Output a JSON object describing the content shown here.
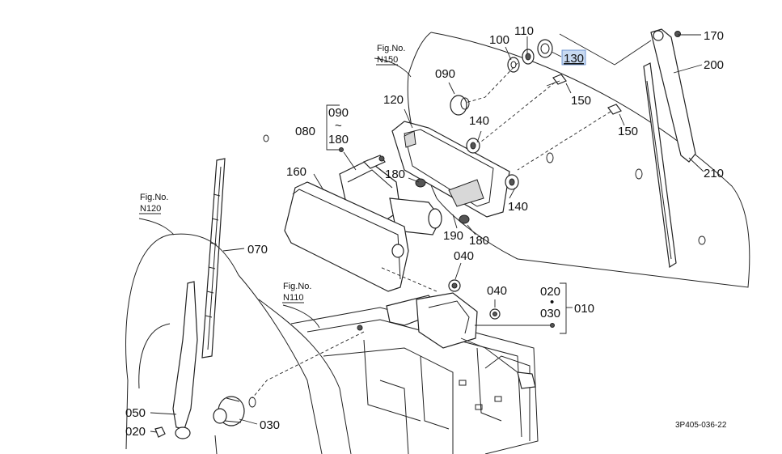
{
  "diagram": {
    "callouts": [
      {
        "id": "c170",
        "label": "170"
      },
      {
        "id": "c200",
        "label": "200"
      },
      {
        "id": "c210",
        "label": "210"
      },
      {
        "id": "c100",
        "label": "100"
      },
      {
        "id": "c110",
        "label": "110"
      },
      {
        "id": "c130",
        "label": "130",
        "highlighted": true
      },
      {
        "id": "c090a",
        "label": "090"
      },
      {
        "id": "c120",
        "label": "120"
      },
      {
        "id": "c150a",
        "label": "150"
      },
      {
        "id": "c150b",
        "label": "150"
      },
      {
        "id": "c140a",
        "label": "140"
      },
      {
        "id": "c140b",
        "label": "140"
      },
      {
        "id": "c080",
        "label": "080"
      },
      {
        "id": "c090r",
        "label": "090"
      },
      {
        "id": "c180r",
        "label": "180"
      },
      {
        "id": "c160",
        "label": "160"
      },
      {
        "id": "c180a",
        "label": "180"
      },
      {
        "id": "c190",
        "label": "190"
      },
      {
        "id": "c180b",
        "label": "180"
      },
      {
        "id": "c070",
        "label": "070"
      },
      {
        "id": "c040a",
        "label": "040"
      },
      {
        "id": "c040b",
        "label": "040"
      },
      {
        "id": "c020r",
        "label": "020"
      },
      {
        "id": "c030r",
        "label": "030"
      },
      {
        "id": "c010",
        "label": "010"
      },
      {
        "id": "c050",
        "label": "050"
      },
      {
        "id": "c020",
        "label": "020"
      },
      {
        "id": "c030",
        "label": "030"
      }
    ],
    "range_tilde": "~",
    "range_dot": "•",
    "fig_refs": [
      {
        "id": "n150",
        "prefix": "Fig.No.",
        "code": "N150"
      },
      {
        "id": "n120",
        "prefix": "Fig.No.",
        "code": "N120"
      },
      {
        "id": "n110",
        "prefix": "Fig.No.",
        "code": "N110"
      }
    ],
    "drawing_code": "3P405-036-22",
    "highlight_color": "#c8daf2"
  }
}
